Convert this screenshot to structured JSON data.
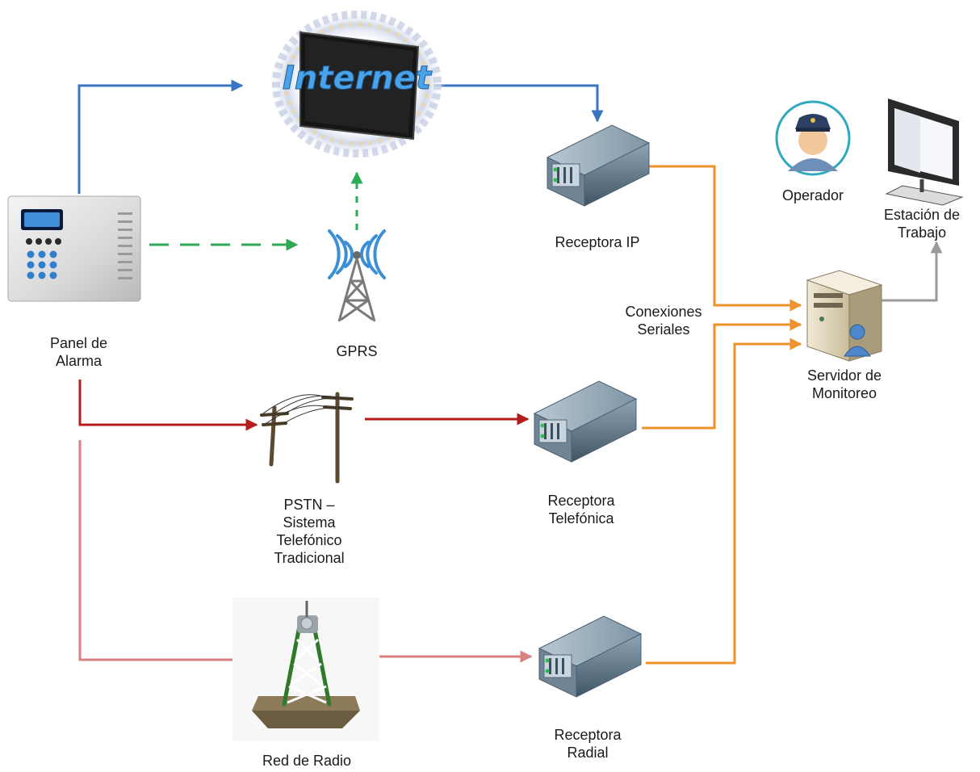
{
  "nodes": {
    "panel": {
      "line1": "Panel de",
      "line2": "Alarma"
    },
    "internet": {
      "text": "Internet"
    },
    "gprs": {
      "text": "GPRS"
    },
    "pstn": {
      "line1": "PSTN –",
      "line2": "Sistema",
      "line3": "Telefónico",
      "line4": "Tradicional"
    },
    "radio_network": {
      "text": "Red de Radio"
    },
    "receptora_ip": {
      "text": "Receptora IP"
    },
    "receptora_telefonica": {
      "line1": "Receptora",
      "line2": "Telefónica"
    },
    "receptora_radial": {
      "line1": "Receptora",
      "line2": "Radial"
    },
    "servidor": {
      "line1": "Servidor de",
      "line2": "Monitoreo"
    },
    "operador": {
      "text": "Operador"
    },
    "estacion": {
      "line1": "Estación de",
      "line2": "Trabajo"
    },
    "conexiones": {
      "line1": "Conexiones",
      "line2": "Seriales"
    }
  },
  "colors": {
    "ip_link": "#3a74c4",
    "gprs_link": "#2eaa55",
    "pstn_link": "#b71c1c",
    "radio_link": "#d98080",
    "serial_link": "#f0922b",
    "workstation_link": "#9a9a9a"
  },
  "icons": {
    "panel": "alarm-panel-icon",
    "internet": "internet-globe-icon",
    "gprs": "cell-tower-icon",
    "pstn": "telephone-pole-icon",
    "radio": "radio-tower-icon",
    "receiver": "rack-server-icon",
    "server": "tower-server-icon",
    "operator": "police-operator-icon",
    "workstation": "monitor-icon"
  }
}
